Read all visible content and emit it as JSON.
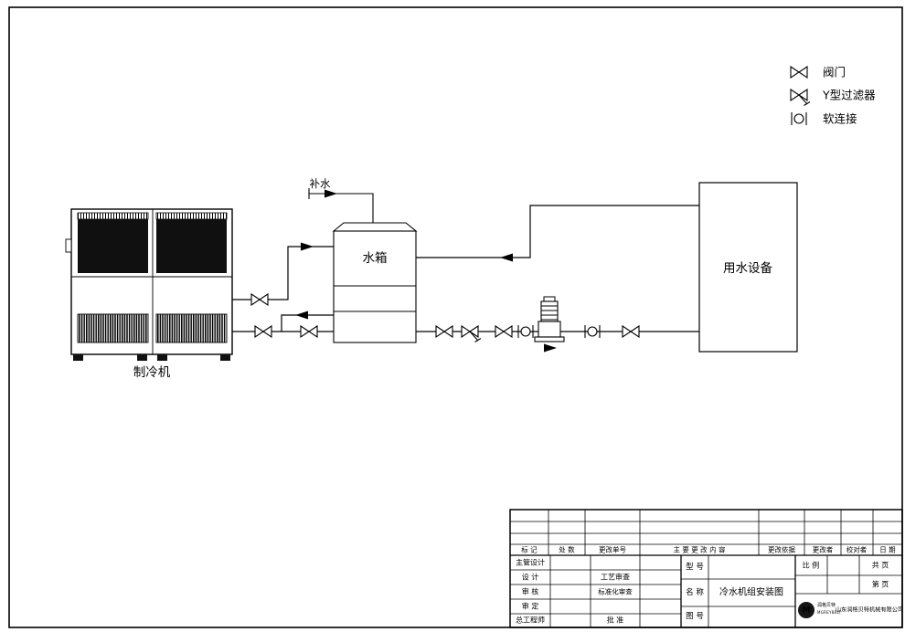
{
  "legend": {
    "items": [
      {
        "icon": "valve-icon",
        "label": "阀门"
      },
      {
        "icon": "y-filter-icon",
        "label": "Y型过滤器"
      },
      {
        "icon": "soft-connection-icon",
        "label": "软连接"
      }
    ]
  },
  "diagram": {
    "chiller_label": "制冷机",
    "tank_label": "水箱",
    "makeup_water_label": "补水",
    "equipment_label": "用水设备"
  },
  "title_block": {
    "revision_headers": {
      "mark": "标 记",
      "count": "处 数",
      "order_no": "更改单号",
      "content": "主 要 更 改 内 容",
      "basis": "更改依据",
      "changed_by": "更改者",
      "checked_by": "校对者",
      "date": "日 期"
    },
    "signature_rows": {
      "chief_design": "主管设计",
      "design": "设 计",
      "review": "审 核",
      "approve": "审 定",
      "chief_engineer": "总工程师",
      "process_review": "工艺审查",
      "standardization": "标准化审查",
      "approval": "批 准"
    },
    "model_label": "型 号",
    "name_label": "名 称",
    "drawing_name": "冷水机组安装图",
    "drawing_no_label": "图 号",
    "scale_label": "比 例",
    "total_pages_label": "共 页",
    "page_no_label": "第 页",
    "logo": {
      "mark": "M",
      "name": "润格贝特",
      "sub": "MGREYBELT"
    },
    "company": "山东润格贝特机械有限公司"
  }
}
